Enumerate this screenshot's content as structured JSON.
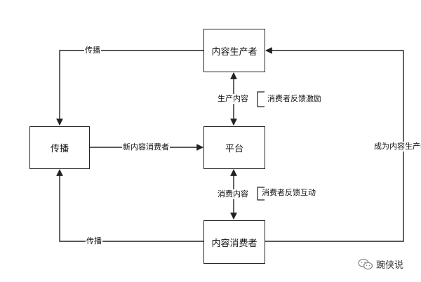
{
  "nodes": {
    "producer": "内容生产者",
    "platform": "平台",
    "consumer": "内容消费者",
    "spread": "传播"
  },
  "edges": {
    "producer_to_spread": "传播",
    "spread_to_platform": "新内容消费者",
    "platform_producer": "生产内容",
    "platform_consumer": "消费内容",
    "consumer_to_spread": "传播",
    "consumer_to_producer": "成为内容生产者"
  },
  "notes": {
    "producer_feedback": "消费者反馈激励",
    "consumer_feedback": "消费者反馈互动"
  },
  "watermark": {
    "text": "豌侠说",
    "icon": "wechat-icon"
  }
}
